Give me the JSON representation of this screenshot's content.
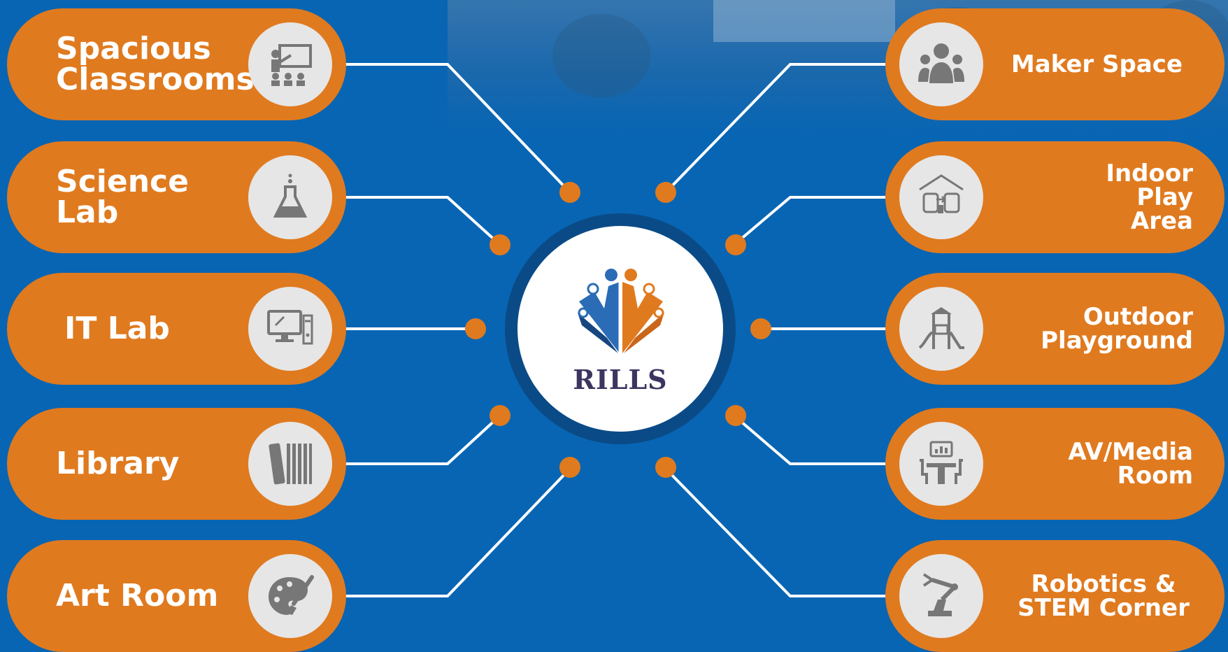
{
  "left_items": [
    {
      "label": "Spacious Classrooms",
      "icon": "teacher-classroom-icon"
    },
    {
      "label": "Science Lab",
      "icon": "flask-icon"
    },
    {
      "label": "IT Lab",
      "icon": "computer-icon"
    },
    {
      "label": "Library",
      "icon": "books-icon"
    },
    {
      "label": "Art Room",
      "icon": "palette-icon"
    }
  ],
  "right_items": [
    {
      "label": "Maker Space",
      "icon": "group-icon"
    },
    {
      "label": "Indoor Play Area",
      "icon": "indoor-play-icon"
    },
    {
      "label": "Outdoor Playground",
      "icon": "playground-icon"
    },
    {
      "label": "AV/Media Room",
      "icon": "media-room-icon"
    },
    {
      "label": "Robotics & STEM Corner",
      "icon": "robot-arm-icon"
    }
  ],
  "center": {
    "logo_text": "RILLS",
    "logo_icon": "rills-logo-icon"
  },
  "colors": {
    "background": "#0865b3",
    "pill": "#e07a1f",
    "icon_circle": "#e6e6e6",
    "connector": "#ffffff",
    "dot": "#e07a1f"
  }
}
